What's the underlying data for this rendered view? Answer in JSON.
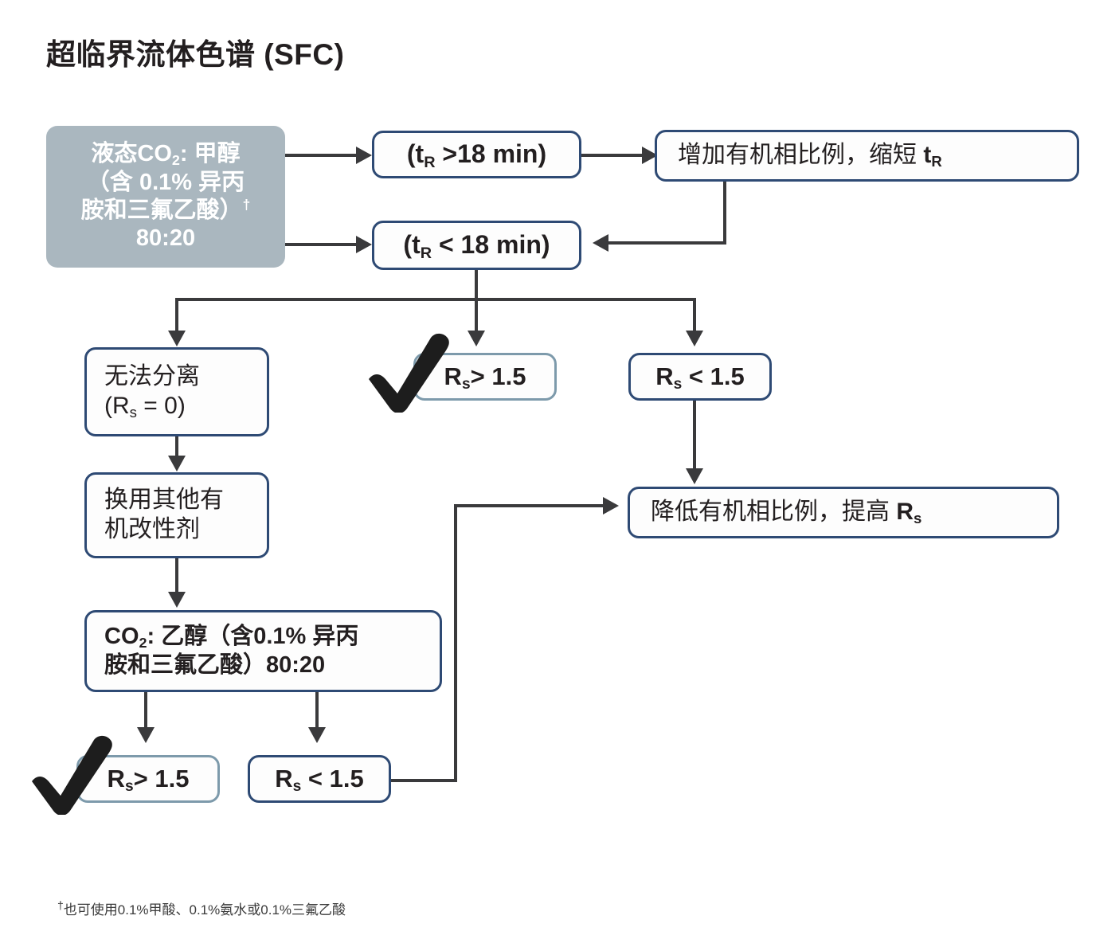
{
  "title": "超临界流体色谱 (SFC)",
  "footnote": {
    "dagger": "†",
    "text": "也可使用0.1%甲酸、0.1%氨水或0.1%三氟乙酸"
  },
  "colors": {
    "border_navy": "#2e4a74",
    "border_light": "#7d9aab",
    "start_box_fill": "#aab7bf",
    "connector": "#3a3a3c",
    "text": "#231f20",
    "node_fill": "#fdfdfd"
  },
  "nodes": {
    "start": {
      "line1_a": "液态CO",
      "line1_sub": "2",
      "line1_b": ": 甲醇",
      "line2": "（含 0.1% 异丙",
      "line3_a": "胺和三氟乙酸）",
      "line3_dagger": "†",
      "line4": "80:20"
    },
    "tr_gt18": {
      "a": "(t",
      "sub": "R",
      "b": " >18 min)"
    },
    "tr_lt18": {
      "a": "(t",
      "sub": "R",
      "b": " < 18 min)"
    },
    "increase_organic": {
      "a": "增加有机相比例，缩短 ",
      "b": "t",
      "sub": "R"
    },
    "no_separation": {
      "line1": "无法分离",
      "line2_a": "(R",
      "line2_sub": "s",
      "line2_b": " = 0)"
    },
    "rs_gt_top": {
      "a": "R",
      "sub": "s",
      "b": "> 1.5"
    },
    "rs_lt_top": {
      "a": "R",
      "sub": "s",
      "b": " < 1.5"
    },
    "switch_modifier": {
      "line1": "换用其他有",
      "line2": "机改性剂"
    },
    "co2_ethanol": {
      "line1_a": "CO",
      "line1_sub": "2",
      "line1_b": ": 乙醇（含0.1% 异丙",
      "line2": "胺和三氟乙酸）80:20"
    },
    "rs_gt_bottom": {
      "a": "R",
      "sub": "s",
      "b": "> 1.5"
    },
    "rs_lt_bottom": {
      "a": "R",
      "sub": "s",
      "b": " < 1.5"
    },
    "decrease_organic": {
      "a": "降低有机相比例，提高 ",
      "b": "R",
      "sub": "s"
    }
  },
  "markers": {
    "check_top": "check-mark",
    "check_bottom": "check-mark"
  },
  "chart_data": {
    "type": "diagram",
    "title": "超临界流体色谱 (SFC)",
    "edges": [
      {
        "from": "start",
        "to": "tr_gt18",
        "style": "arrow-right"
      },
      {
        "from": "start",
        "to": "tr_lt18",
        "style": "arrow-right"
      },
      {
        "from": "tr_gt18",
        "to": "increase_organic",
        "style": "arrow-right"
      },
      {
        "from": "increase_organic",
        "to": "tr_lt18",
        "style": "feedback-loop-left"
      },
      {
        "from": "tr_lt18",
        "to": "no_separation",
        "style": "split-down-left"
      },
      {
        "from": "tr_lt18",
        "to": "rs_gt_top",
        "style": "split-down-center"
      },
      {
        "from": "tr_lt18",
        "to": "rs_lt_top",
        "style": "split-down-right"
      },
      {
        "from": "no_separation",
        "to": "switch_modifier",
        "style": "arrow-down"
      },
      {
        "from": "switch_modifier",
        "to": "co2_ethanol",
        "style": "arrow-down"
      },
      {
        "from": "co2_ethanol",
        "to": "rs_gt_bottom",
        "style": "arrow-down"
      },
      {
        "from": "co2_ethanol",
        "to": "rs_lt_bottom",
        "style": "arrow-down"
      },
      {
        "from": "rs_lt_top",
        "to": "decrease_organic",
        "style": "arrow-down"
      },
      {
        "from": "rs_lt_bottom",
        "to": "decrease_organic",
        "style": "elbow-right-up"
      }
    ]
  }
}
